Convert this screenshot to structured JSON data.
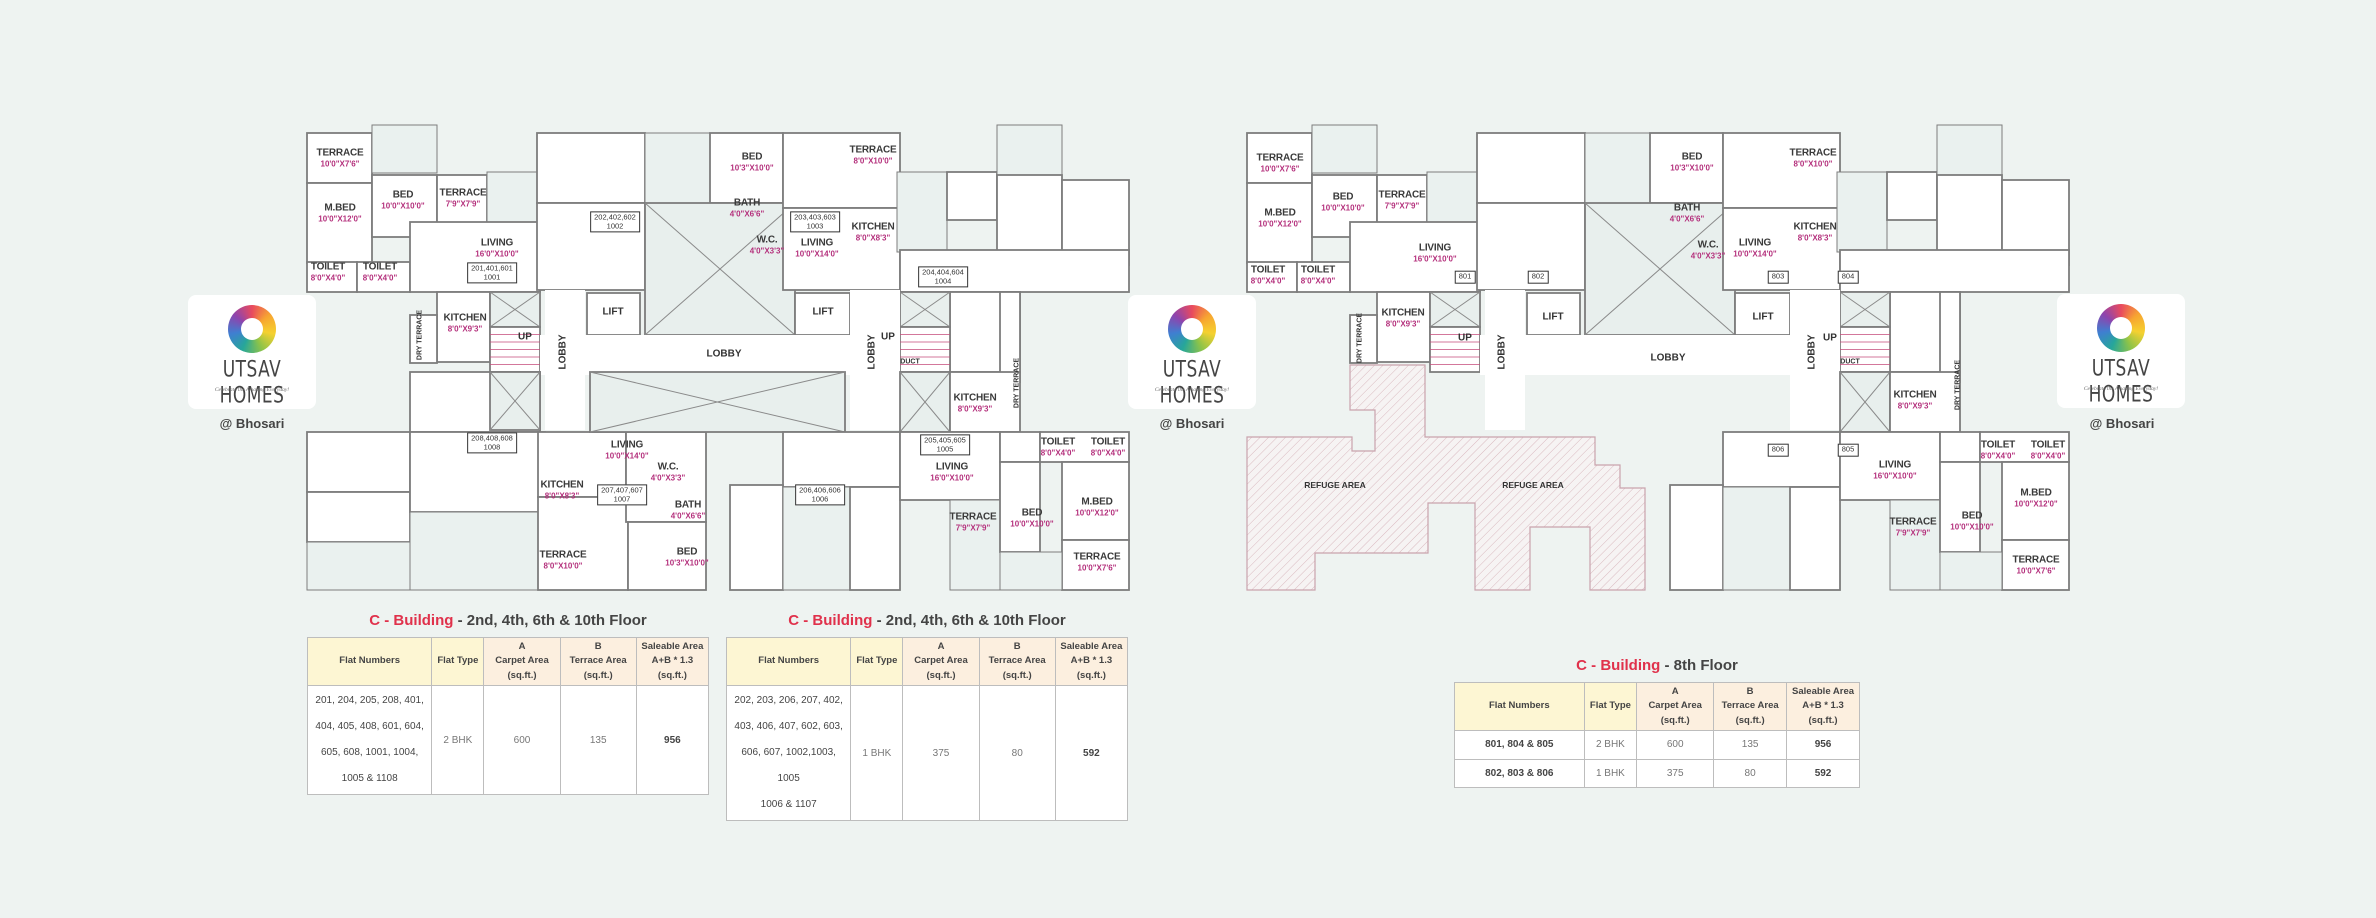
{
  "plans": [
    {
      "labels": [
        {
          "name": "TERRACE",
          "size": "10'0\"X7'6\""
        },
        {
          "name": "M.BED",
          "size": "10'0\"X12'0\""
        },
        {
          "name": "BED",
          "size": "10'0\"X10'0\""
        },
        {
          "name": "TERRACE",
          "size": "7'9\"X7'9\""
        },
        {
          "name": "LIVING",
          "size": "16'0\"X10'0\""
        },
        {
          "name": "TOILET",
          "size": "8'0\"X4'0\""
        },
        {
          "name": "TOILET",
          "size": "8'0\"X4'0\""
        },
        {
          "name": "KITCHEN",
          "size": "8'0\"X9'3\""
        },
        {
          "name": "BED",
          "size": "10'3\"X10'0\""
        },
        {
          "name": "TERRACE",
          "size": "8'0\"X10'0\""
        },
        {
          "name": "BATH",
          "size": "4'0\"X6'6\""
        },
        {
          "name": "W.C.",
          "size": "4'0\"X3'3\""
        },
        {
          "name": "LIVING",
          "size": "10'0\"X14'0\""
        },
        {
          "name": "KITCHEN",
          "size": "8'0\"X8'3\""
        },
        {
          "name": "LIVING",
          "size": "10'0\"X14'0\""
        },
        {
          "name": "KITCHEN",
          "size": "8'0\"X8'3\""
        },
        {
          "name": "W.C.",
          "size": "4'0\"X3'3\""
        },
        {
          "name": "BATH",
          "size": "4'0\"X6'6\""
        },
        {
          "name": "TERRACE",
          "size": "8'0\"X10'0\""
        },
        {
          "name": "BED",
          "size": "10'3\"X10'0\""
        },
        {
          "name": "KITCHEN",
          "size": "8'0\"X9'3\""
        },
        {
          "name": "LIVING",
          "size": "16'0\"X10'0\""
        },
        {
          "name": "TOILET",
          "size": "8'0\"X4'0\""
        },
        {
          "name": "TOILET",
          "size": "8'0\"X4'0\""
        },
        {
          "name": "M.BED",
          "size": "10'0\"X12'0\""
        },
        {
          "name": "BED",
          "size": "10'0\"X10'0\""
        },
        {
          "name": "TERRACE",
          "size": "7'9\"X7'9\""
        },
        {
          "name": "TERRACE",
          "size": "10'0\"X7'6\""
        }
      ],
      "flat_tags": [
        [
          "201,401,601",
          "1001"
        ],
        [
          "202,402,602",
          "1002"
        ],
        [
          "203,403,603",
          "1003"
        ],
        [
          "204,404,604",
          "1004"
        ],
        [
          "208,408,608",
          "1008"
        ],
        [
          "207,407,607",
          "1007"
        ],
        [
          "206,406,606",
          "1006"
        ],
        [
          "205,405,605",
          "1005"
        ]
      ],
      "misc": [
        "LIFT",
        "LIFT",
        "LOBBY",
        "LOBBY",
        "LOBBY",
        "UP",
        "UP",
        "DUCT",
        "DRY TERRACE",
        "DRY TERRACE"
      ]
    },
    {
      "labels": [
        {
          "name": "TERRACE",
          "size": "10'0\"X7'6\""
        },
        {
          "name": "M.BED",
          "size": "10'0\"X12'0\""
        },
        {
          "name": "BED",
          "size": "10'0\"X10'0\""
        },
        {
          "name": "TERRACE",
          "size": "7'9\"X7'9\""
        },
        {
          "name": "LIVING",
          "size": "16'0\"X10'0\""
        },
        {
          "name": "TOILET",
          "size": "8'0\"X4'0\""
        },
        {
          "name": "TOILET",
          "size": "8'0\"X4'0\""
        },
        {
          "name": "KITCHEN",
          "size": "8'0\"X9'3\""
        },
        {
          "name": "BED",
          "size": "10'3\"X10'0\""
        },
        {
          "name": "TERRACE",
          "size": "8'0\"X10'0\""
        },
        {
          "name": "BATH",
          "size": "4'0\"X6'6\""
        },
        {
          "name": "W.C.",
          "size": "4'0\"X3'3\""
        },
        {
          "name": "LIVING",
          "size": "10'0\"X14'0\""
        },
        {
          "name": "KITCHEN",
          "size": "8'0\"X8'3\""
        },
        {
          "name": "KITCHEN",
          "size": "8'0\"X9'3\""
        },
        {
          "name": "LIVING",
          "size": "16'0\"X10'0\""
        },
        {
          "name": "TOILET",
          "size": "8'0\"X4'0\""
        },
        {
          "name": "TOILET",
          "size": "8'0\"X4'0\""
        },
        {
          "name": "M.BED",
          "size": "10'0\"X12'0\""
        },
        {
          "name": "BED",
          "size": "10'0\"X10'0\""
        },
        {
          "name": "TERRACE",
          "size": "7'9\"X7'9\""
        },
        {
          "name": "TERRACE",
          "size": "10'0\"X7'6\""
        }
      ],
      "flat_tags": [
        [
          "801"
        ],
        [
          "802"
        ],
        [
          "803"
        ],
        [
          "804"
        ],
        [
          "805"
        ],
        [
          "806"
        ]
      ],
      "misc": [
        "LIFT",
        "LIFT",
        "LOBBY",
        "LOBBY",
        "LOBBY",
        "UP",
        "UP",
        "DUCT",
        "DRY TERRACE",
        "DRY TERRACE",
        "REFUGE AREA",
        "REFUGE AREA"
      ]
    }
  ],
  "logo": {
    "brand": "UTSAV HOMES",
    "tagline": "Celebrate the Amazing Everyday!",
    "location": "@ Bhosari"
  },
  "tables": [
    {
      "title_red": "C - Building",
      "title_rest": " - 2nd, 4th, 6th & 10th Floor",
      "headers": {
        "flat": "Flat Numbers",
        "type": "Flat Type",
        "a1": "A",
        "a2": "Carpet Area",
        "a3": "(sq.ft.)",
        "b1": "B",
        "b2": "Terrace Area",
        "b3": "(sq.ft.)",
        "s1": "Saleable Area",
        "s2": "A+B * 1.3",
        "s3": "(sq.ft.)"
      },
      "rows": [
        {
          "flats": [
            "201, 204, 205, 208, 401,",
            "404, 405, 408, 601, 604,",
            "605, 608, 1001, 1004,",
            "1005 & 1108"
          ],
          "type": "2 BHK",
          "carpet": "600",
          "terrace": "135",
          "saleable": "956"
        }
      ]
    },
    {
      "title_red": "C - Building",
      "title_rest": " - 2nd, 4th, 6th & 10th Floor",
      "headers": {
        "flat": "Flat Numbers",
        "type": "Flat Type",
        "a1": "A",
        "a2": "Carpet Area",
        "a3": "(sq.ft.)",
        "b1": "B",
        "b2": "Terrace Area",
        "b3": "(sq.ft.)",
        "s1": "Saleable Area",
        "s2": "A+B * 1.3",
        "s3": "(sq.ft.)"
      },
      "rows": [
        {
          "flats": [
            "202, 203, 206, 207, 402,",
            "403, 406, 407, 602, 603,",
            "606, 607, 1002,1003, 1005",
            "1006 & 1107"
          ],
          "type": "1 BHK",
          "carpet": "375",
          "terrace": "80",
          "saleable": "592"
        }
      ]
    },
    {
      "title_red": "C - Building",
      "title_rest": " - 8th Floor",
      "headers": {
        "flat": "Flat Numbers",
        "type": "Flat Type",
        "a1": "A",
        "a2": "Carpet Area",
        "a3": "(sq.ft.)",
        "b1": "B",
        "b2": "Terrace Area",
        "b3": "(sq.ft.)",
        "s1": "Saleable Area",
        "s2": "A+B * 1.3",
        "s3": "(sq.ft.)"
      },
      "rows": [
        {
          "flats": [
            "801, 804 & 805"
          ],
          "type": "2 BHK",
          "carpet": "600",
          "terrace": "135",
          "saleable": "956"
        },
        {
          "flats": [
            "802, 803 & 806"
          ],
          "type": "1 BHK",
          "carpet": "375",
          "terrace": "80",
          "saleable": "592"
        }
      ]
    }
  ],
  "colors": {
    "background": "#eef3f1",
    "title_accent": "#e0314b",
    "dimension_text": "#b4307c",
    "header_fill": "#fdf6d3"
  }
}
